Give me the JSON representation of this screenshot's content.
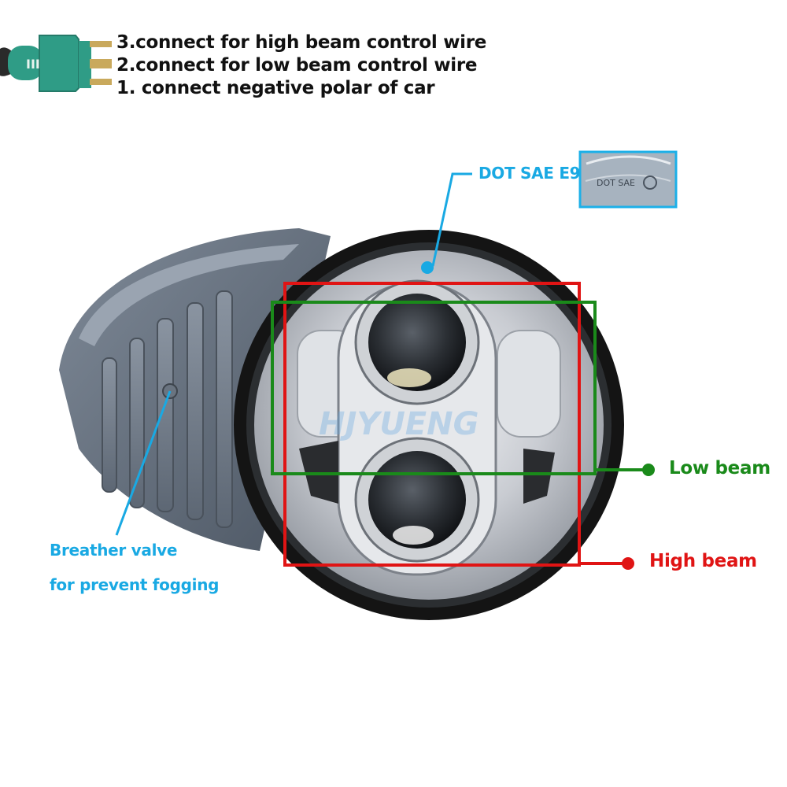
{
  "connector": {
    "labels": [
      "3.connect for high beam control wire",
      "2.connect for low beam control wire",
      "1. connect negative polar of car"
    ],
    "plug_mark": "III"
  },
  "callouts": {
    "dot": "DOT SAE E9",
    "dot_inset_text": "DOT SAE",
    "low_beam": "Low beam",
    "high_beam": "High beam",
    "breather_line1": "Breather valve",
    "breather_line2": "for prevent fogging"
  },
  "watermark": "HJYUENG",
  "colors": {
    "cyan": "#19a9e3",
    "green": "#1a8a1a",
    "red": "#e01414",
    "plug": "#2f9c86"
  }
}
